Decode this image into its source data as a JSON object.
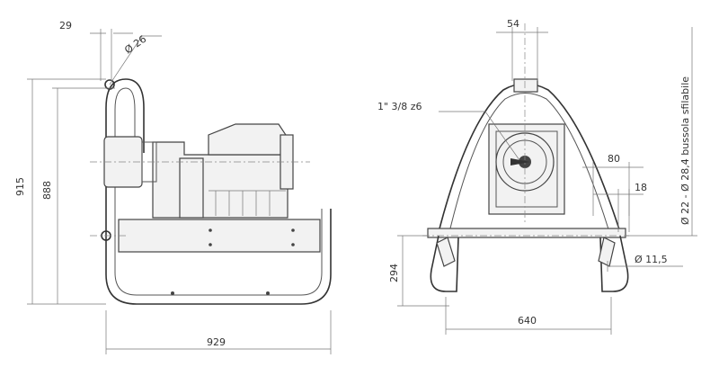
{
  "drawing": {
    "side_view": {
      "dim_29": "29",
      "dim_dia26": "Ø 26",
      "dim_915": "915",
      "dim_888": "888",
      "dim_929": "929"
    },
    "front_view": {
      "dim_54": "54",
      "shaft_note": "1\" 3/8 z6",
      "dim_80": "80",
      "dim_18": "18",
      "dim_dia115": "Ø 11,5",
      "dim_294": "294",
      "dim_640": "640",
      "bushing_note": "Ø 22 - Ø 28,4 bussola sfilabile"
    },
    "colors": {
      "line": "#444444",
      "text": "#333333",
      "background": "#ffffff"
    }
  }
}
